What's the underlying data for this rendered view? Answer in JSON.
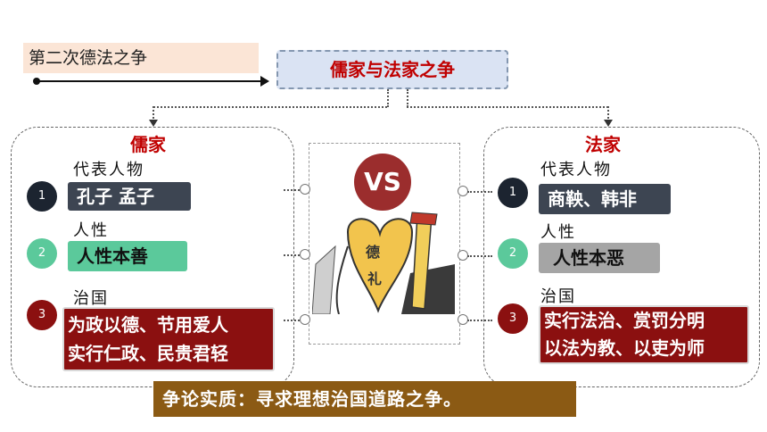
{
  "topic": "第二次德法之争",
  "title": "儒家与法家之争",
  "left": {
    "heading": "儒家",
    "rows": [
      {
        "num": "1",
        "label": "代表人物",
        "value": "孔子  孟子"
      },
      {
        "num": "2",
        "label": "人性",
        "value": "人性本善"
      },
      {
        "num": "3",
        "label": "治国",
        "value_line1": "为政以德、节用爱人",
        "value_line2": "实行仁政、民贵君轻"
      }
    ]
  },
  "right": {
    "heading": "法家",
    "rows": [
      {
        "num": "1",
        "label": "代表人物",
        "value": "商鞅、韩非"
      },
      {
        "num": "2",
        "label": "人性",
        "value": "人性本恶"
      },
      {
        "num": "3",
        "label": "治国",
        "value_line1": "实行法治、赏罚分明",
        "value_line2": "以法为教、以吏为师"
      }
    ]
  },
  "center": {
    "vs": "VS",
    "illustration_text": [
      "德",
      "礼"
    ]
  },
  "conclusion": "争论实质：寻求理想治国道路之争。",
  "colors": {
    "accent_red": "#c00000",
    "dark": "#1c2430",
    "green": "#5bc99b",
    "maroon": "#8b1010",
    "brown": "#8b5a14"
  }
}
